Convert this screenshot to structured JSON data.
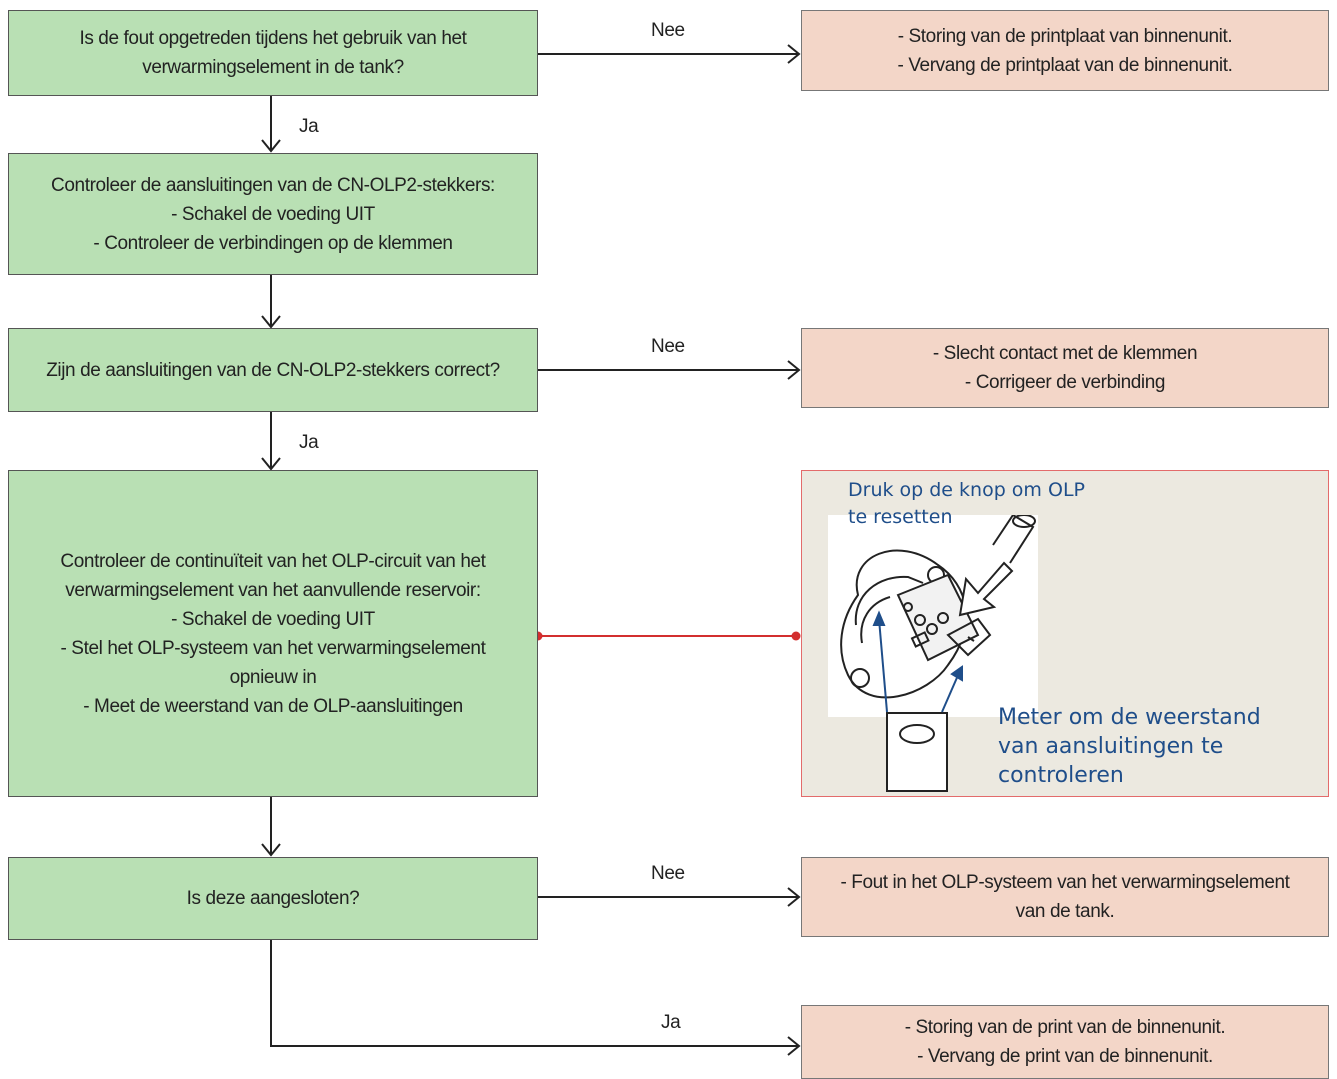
{
  "steps": {
    "q1": [
      "Is de fout opgetreden tijdens het gebruik van het",
      "verwarmingselement in de tank?"
    ],
    "check_connections": [
      "Controleer de aansluitingen van de CN-OLP2-stekkers:",
      "- Schakel de voeding UIT",
      "- Controleer de verbindingen op de klemmen"
    ],
    "q2": [
      "Zijn de aansluitingen van de CN-OLP2-stekkers correct?"
    ],
    "check_continuity": [
      "Controleer de continuïteit van het OLP-circuit van het",
      "verwarmingselement van het aanvullende reservoir:",
      "- Schakel de voeding UIT",
      "- Stel het OLP-systeem van het verwarmingselement",
      "opnieuw in",
      "- Meet de weerstand van de OLP-aansluitingen"
    ],
    "q3": [
      "Is deze aangesloten?"
    ]
  },
  "results": {
    "r1": [
      "- Storing van de printplaat van binnenunit.",
      "- Vervang de printplaat van de binnenunit."
    ],
    "r2": [
      "- Slecht contact met de klemmen",
      "- Corrigeer de verbinding"
    ],
    "r3": [
      "- Fout in het OLP-systeem van het verwarmingselement",
      "van de tank."
    ],
    "r4": [
      "- Storing van de print van de binnenunit.",
      "- Vervang de print van de binnenunit."
    ]
  },
  "labels": {
    "no": "Nee",
    "yes": "Ja"
  },
  "photo": {
    "caption_top": [
      "Druk op de knop om OLP",
      "te resetten"
    ],
    "caption_bottom": [
      "Meter om de weerstand",
      "van aansluitingen te",
      "controleren"
    ]
  },
  "colors": {
    "step_fill": "#b9e0b4",
    "result_fill": "#f3d6c8",
    "connector_red": "#d32f2f",
    "photo_caption": "#1f4e8a"
  }
}
